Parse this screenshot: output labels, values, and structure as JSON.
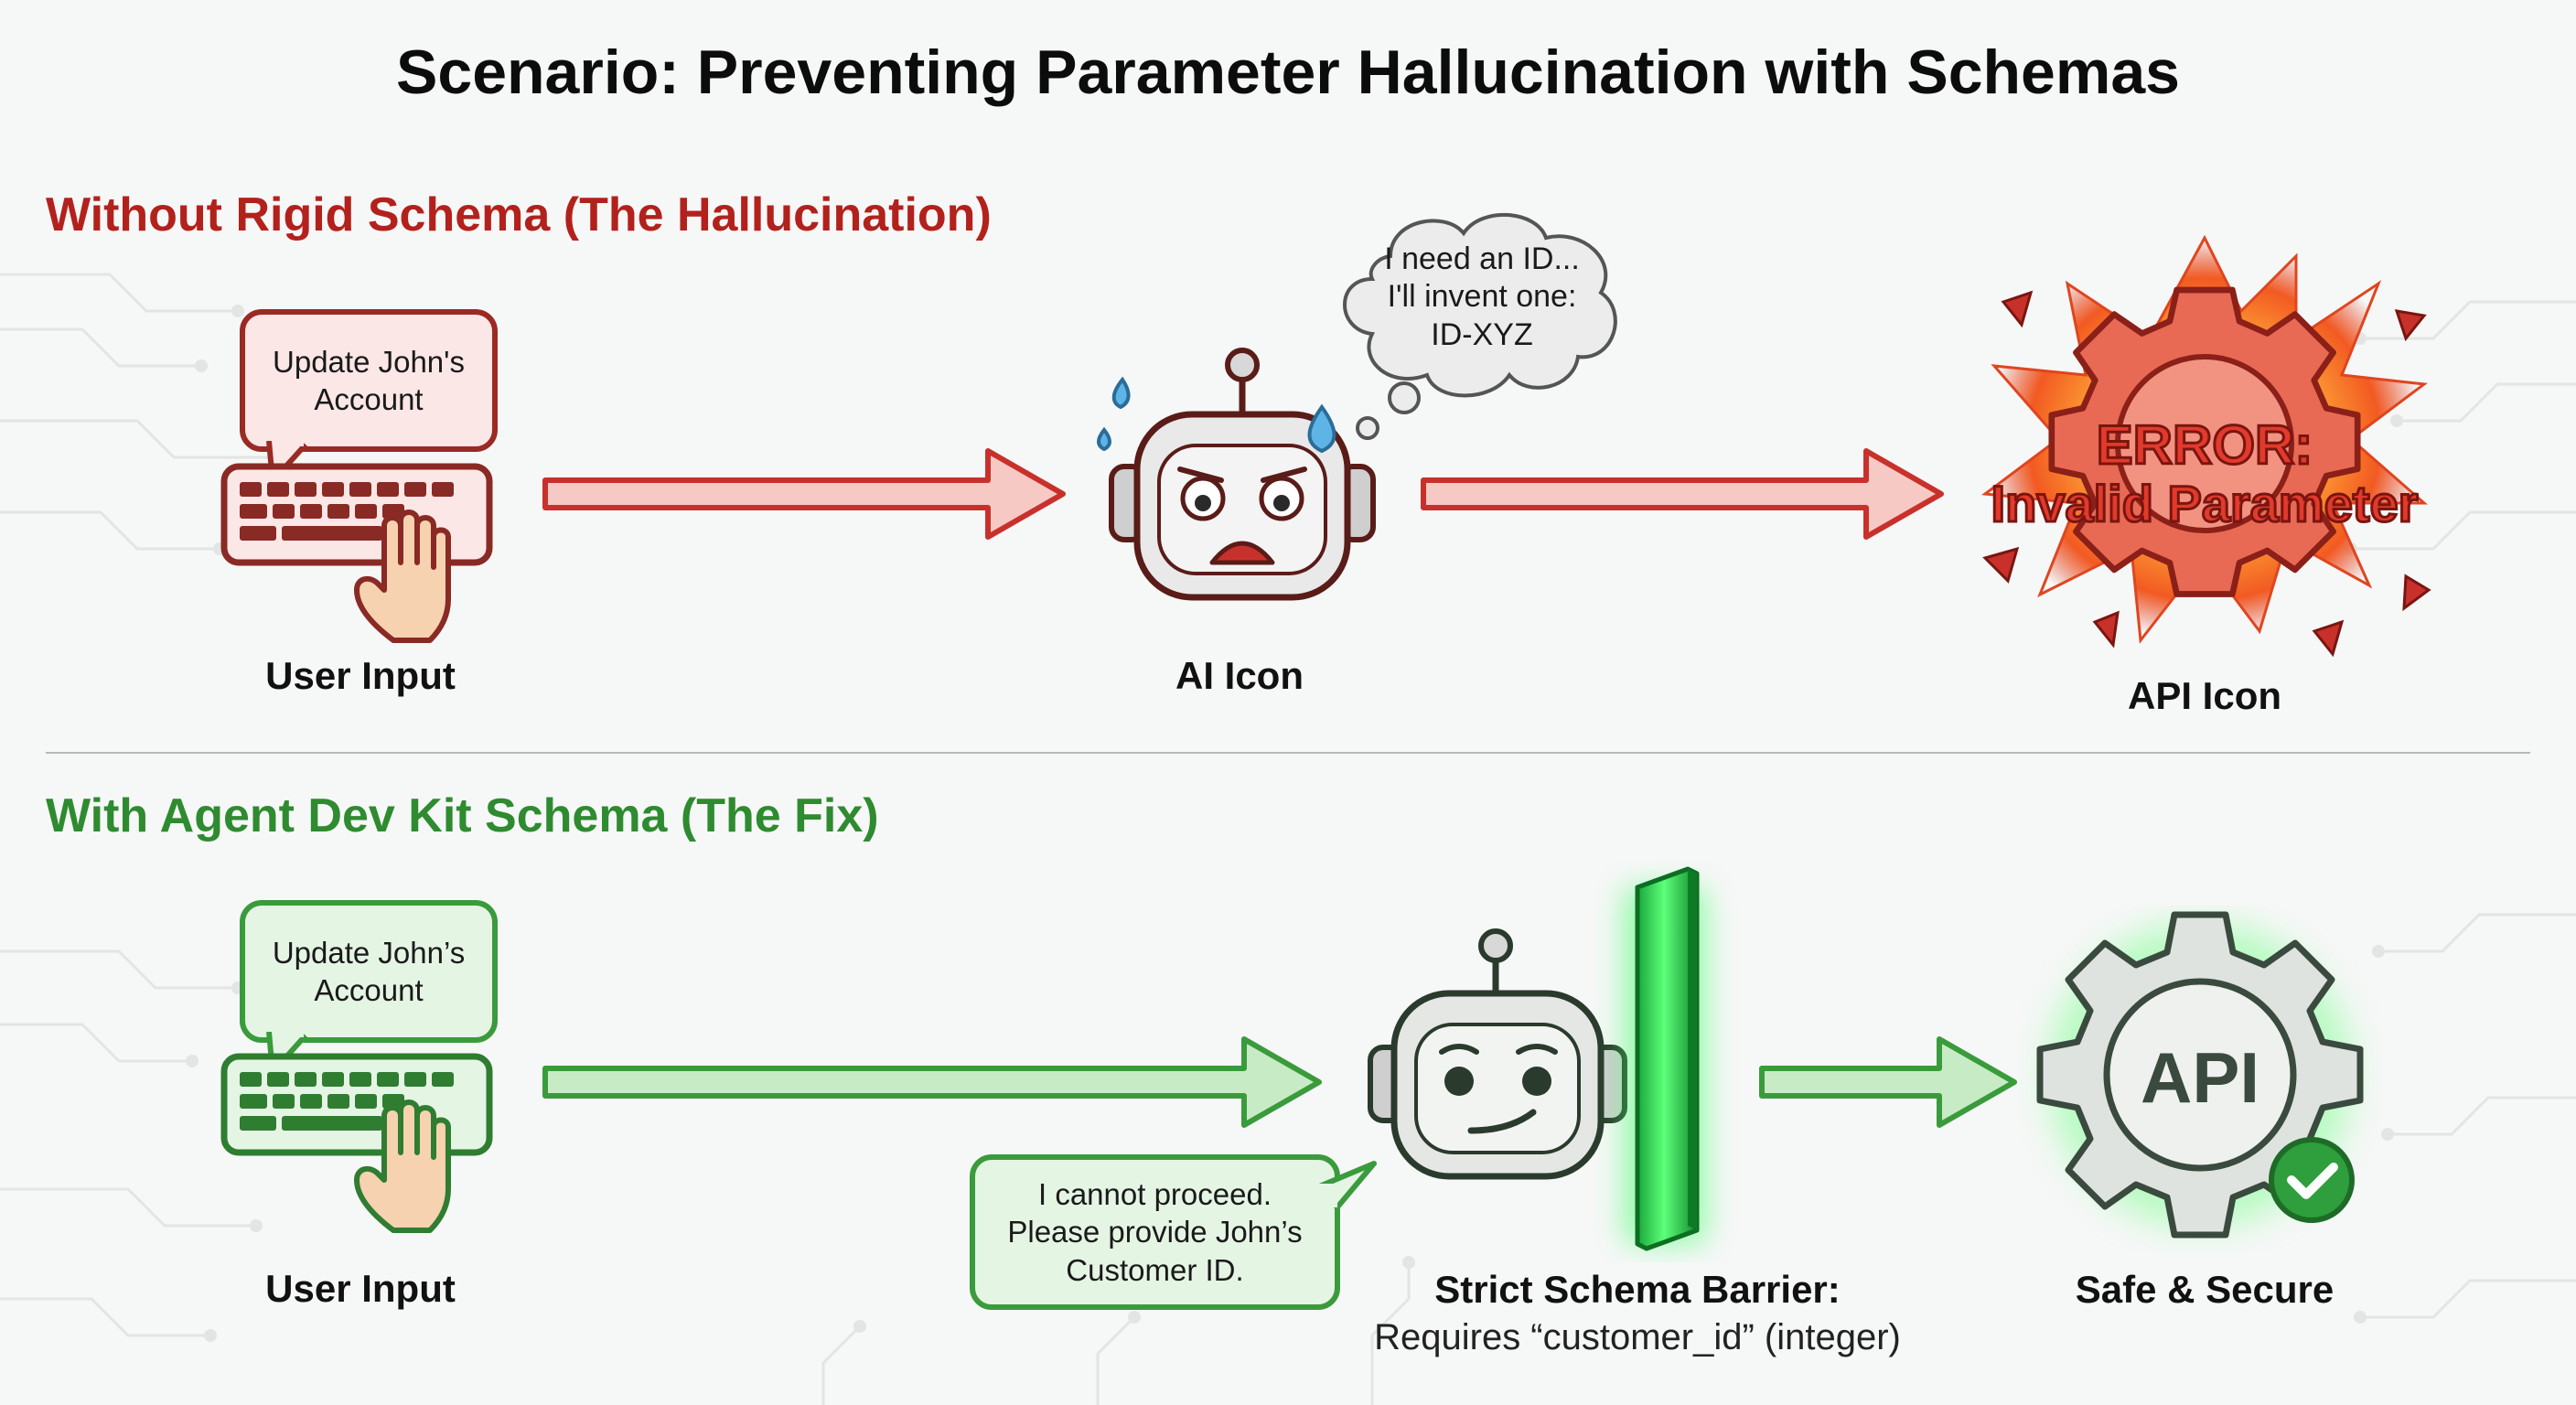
{
  "title": "Scenario: Preventing Parameter Hallucination with Schemas",
  "without": {
    "heading": "Without Rigid Schema (The Hallucination)",
    "user_bubble": "Update John's\nAccount",
    "user_label": "User Input",
    "ai_label": "AI Icon",
    "thought": "I need an ID...\nI'll invent one:\nID-XYZ",
    "error_line1": "ERROR:",
    "error_line2": "Invalid Parameter",
    "api_label": "API Icon"
  },
  "with": {
    "heading": "With Agent Dev Kit Schema (The Fix)",
    "user_bubble": "Update John’s\nAccount",
    "user_label": "User Input",
    "ai_bubble": "I cannot proceed.\nPlease provide John’s\nCustomer ID.",
    "barrier_label": "Strict Schema Barrier:",
    "barrier_sub": "Requires “customer_id” (integer)",
    "api_text": "API",
    "api_label": "Safe & Secure"
  },
  "colors": {
    "red": "#b3211c",
    "green": "#2e8b2f",
    "bright_green": "#22c43a"
  }
}
